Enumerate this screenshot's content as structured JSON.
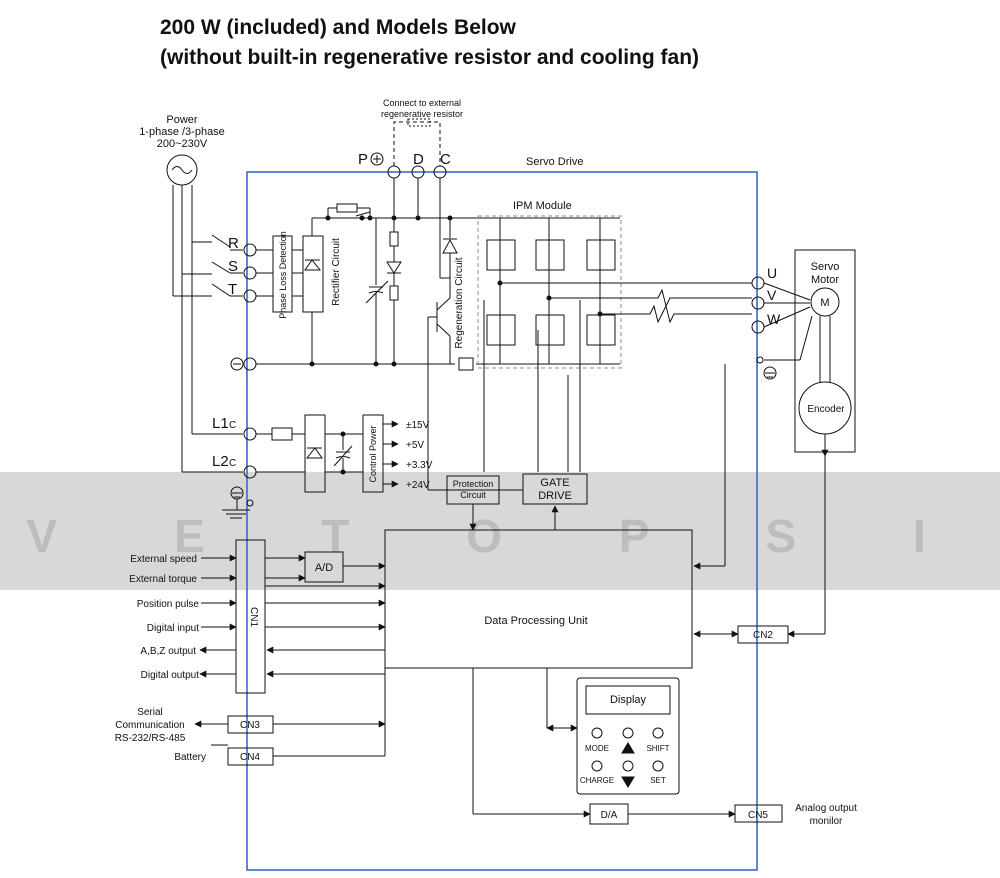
{
  "title": {
    "line1": "200 W (included) and Models Below",
    "line2": "(without built-in regenerative resistor and cooling fan)"
  },
  "watermark": {
    "text": "W A V E T O P S I G N",
    "band_color": "#d8d8d8"
  },
  "colors": {
    "frame": "#3a6bc4",
    "ipm_dash": "#7a8fb4",
    "line": "#111111"
  },
  "power": {
    "label1": "Power",
    "label2": "1-phase /3-phase",
    "label3": "200~230V"
  },
  "regen_note": {
    "line1": "Connect to external",
    "line2": "regenerative resistor"
  },
  "terminals": {
    "P": "P",
    "D": "D",
    "C": "C",
    "R": "R",
    "S": "S",
    "T": "T",
    "U": "U",
    "V": "V",
    "W": "W",
    "L1": "L1",
    "L2": "L2",
    "L_suffix": "C"
  },
  "servo_drive": "Servo Drive",
  "ipm_module": "IPM Module",
  "phase_loss": "Phase Loss Detection",
  "rectifier": "Rectifier Circuit",
  "regeneration": "Regeneration Circuit",
  "control_power": "Control Power",
  "voltages": [
    "±15V",
    "+5V",
    "+3.3V",
    "+24V"
  ],
  "servo_motor": {
    "line1": "Servo",
    "line2": "Motor",
    "m": "M",
    "encoder": "Encoder"
  },
  "protection": {
    "line1": "Protection",
    "line2": "Circuit"
  },
  "gate_drive": {
    "line1": "GATE",
    "line2": "DRIVE"
  },
  "dpu": "Data Processing Unit",
  "ad": "A/D",
  "da": "D/A",
  "cn": {
    "cn1": "CN1",
    "cn2": "CN2",
    "cn3": "CN3",
    "cn4": "CN4",
    "cn5": "CN5"
  },
  "signals": [
    "External speed",
    "External torque",
    "Position pulse",
    "Digital input",
    "A,B,Z output",
    "Digital output"
  ],
  "serial": {
    "line1": "Serial",
    "line2": "Communication",
    "line3": "RS-232/RS-485"
  },
  "battery": "Battery",
  "panel": {
    "display": "Display",
    "mode": "MODE",
    "shift": "SHIFT",
    "charge": "CHARGE",
    "set": "SET"
  },
  "analog_out": {
    "line1": "Analog output",
    "line2": "monilor"
  }
}
